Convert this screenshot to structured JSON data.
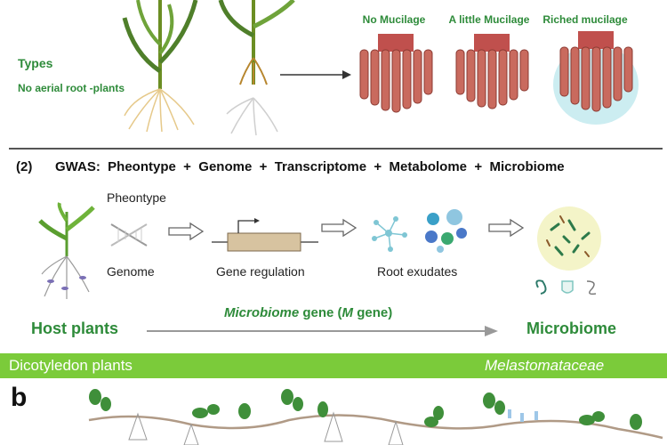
{
  "section1": {
    "types_label": "Types",
    "no_aerial_label": "No aerial root -plants",
    "mucilage_labels": [
      "No Mucilage",
      "A little Mucilage",
      "Riched mucilage"
    ]
  },
  "section2": {
    "number": "(2)",
    "gwas_line": "GWAS:  Pheontype  +  Genome  +  Transcriptome  +  Metabolome  +  Microbiome",
    "phenotype_label": "Pheontype",
    "genome_label": "Genome",
    "gene_regulation_label": "Gene regulation",
    "root_exudates_label": "Root exudates",
    "host_plants_label": "Host plants",
    "microbiome_label": "Microbiome",
    "m_gene_label_italic": "Microbiome",
    "m_gene_label_rest": " gene (",
    "m_gene_label_m": "M",
    "m_gene_label_end": " gene)"
  },
  "banner": {
    "left": "Dicotyledon plants",
    "right": "Melastomataceae"
  },
  "panel_b": {
    "label": "b"
  },
  "colors": {
    "accent_green": "#2e8b3a",
    "banner_green": "#7bcb3a",
    "root_red": "#c0504d"
  }
}
